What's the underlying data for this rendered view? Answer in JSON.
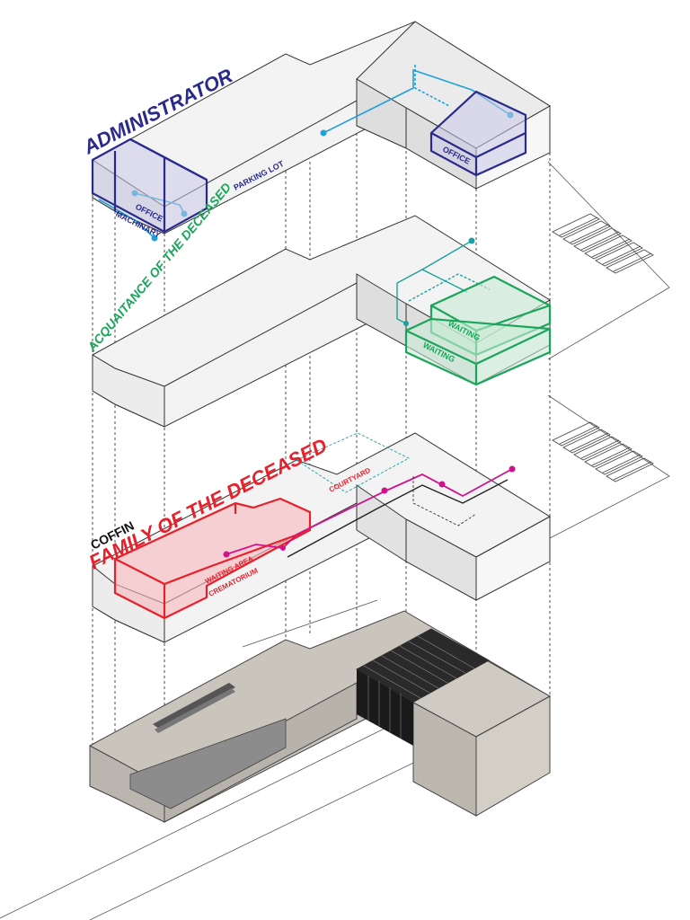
{
  "colors": {
    "administrator": "#2a2a8c",
    "acquaintance": "#1aa55a",
    "family": "#e8202b",
    "coffin": "#111111",
    "path_blue": "#1ea0d8",
    "path_magenta": "#d0138c",
    "mass_outline": "#333333",
    "mass_fill": "#f2f2f2"
  },
  "levels": {
    "administrator": {
      "title": "ADMINISTRATOR",
      "rooms": {
        "office_machinary_a": "OFFICE",
        "office_machinary_b": "MACHINARY",
        "office_east": "OFFICE"
      },
      "parking": "PARKING LOT"
    },
    "acquaintance": {
      "title": "ACQUAITANCE OF THE DECEASED",
      "rooms": {
        "waiting_upper": "WAITING",
        "waiting_lower": "WAITING"
      }
    },
    "family": {
      "title_coffin": "COFFIN",
      "title_family": "FAMILY OF THE DECEASED",
      "rooms": {
        "courtyard": "COURTYARD",
        "waiting_area": "WAITING AREA",
        "crematorium": "CREMATORIUM"
      }
    }
  },
  "icons": {
    "bus_rows": [
      "bus-icon",
      "bus-icon",
      "bus-icon",
      "bus-icon",
      "bus-icon",
      "bus-icon"
    ]
  }
}
